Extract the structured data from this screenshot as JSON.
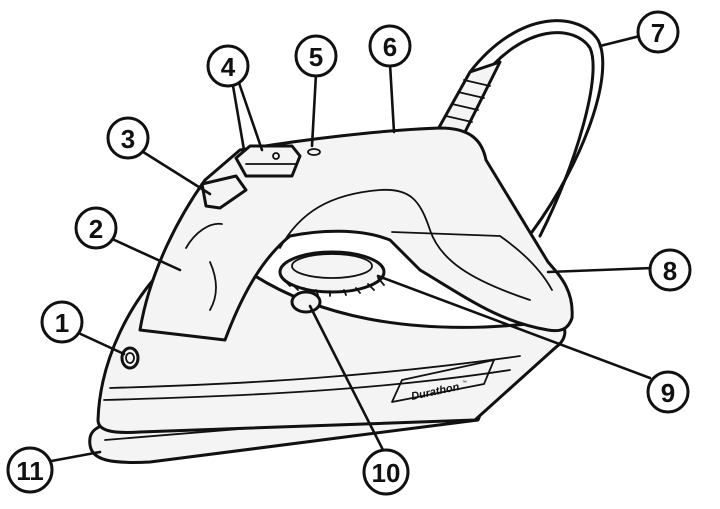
{
  "brand": {
    "name": "Durathon",
    "mark": "™"
  },
  "callouts": [
    "1",
    "2",
    "3",
    "4",
    "5",
    "6",
    "7",
    "8",
    "9",
    "10",
    "11"
  ]
}
